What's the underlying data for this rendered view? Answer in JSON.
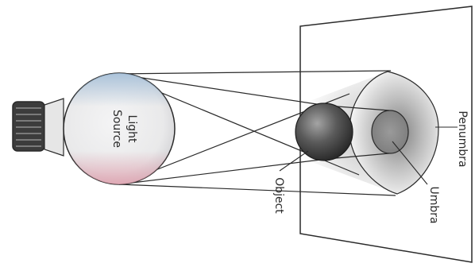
{
  "labels": {
    "light_source_line1": "Light",
    "light_source_line2": "Source",
    "object": "Object",
    "penumbra": "Penumbra",
    "umbra": "Umbra"
  },
  "colors": {
    "ink": "#2a2a2a",
    "bulb_fill": "#e9e9ea",
    "bulb_tint_top": "#9bb9d6",
    "bulb_tint_bottom": "#e0a0ae",
    "base_dark": "#3c3c3c",
    "object_dark": "#232323",
    "penumbra_shade": "#bdbdbd",
    "umbra_shade": "#8f8f8f"
  }
}
